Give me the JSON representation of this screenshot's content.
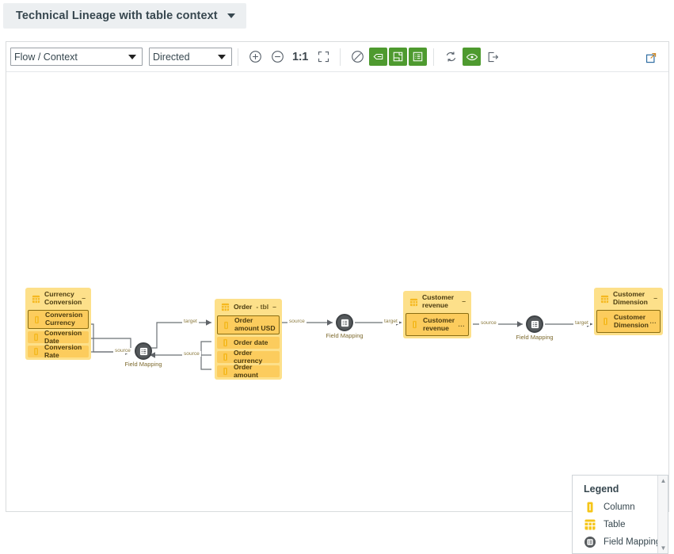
{
  "header": {
    "title": "Technical Lineage with table context",
    "caret_icon": "chevron-down-icon"
  },
  "toolbar": {
    "flow_context_select": {
      "value": "Flow / Context",
      "options": [
        "Flow / Context"
      ]
    },
    "direction_select": {
      "value": "Directed",
      "options": [
        "Directed"
      ]
    },
    "zoom_in_icon": "zoom-in-icon",
    "zoom_out_icon": "zoom-out-icon",
    "zoom_reset_label": "1:1",
    "fit_screen_icon": "fit-to-screen-icon",
    "no_entry_icon": "no-entry-icon",
    "label_icon": "label-toggle-icon",
    "layout_icon": "layout-toggle-icon",
    "list_icon": "list-toggle-icon",
    "refresh_icon": "refresh-icon",
    "eye_icon": "visibility-icon",
    "export_icon": "export-icon",
    "expand_icon": "open-in-new-icon"
  },
  "graph": {
    "tables": [
      {
        "id": "currency-conversion",
        "name": "Currency Conversion",
        "subtype": "",
        "collapse": "–",
        "icon": "table-icon",
        "columns": [
          {
            "name": "Conversion Currency",
            "selected": true,
            "dots": ""
          },
          {
            "name": "Conversion Date",
            "selected": false,
            "dots": ""
          },
          {
            "name": "Conversion Rate",
            "selected": false,
            "dots": ""
          }
        ]
      },
      {
        "id": "order",
        "name": "Order",
        "subtype": "- tbl",
        "collapse": "–",
        "icon": "table-icon",
        "columns": [
          {
            "name": "Order amount USD",
            "selected": true,
            "dots": ""
          },
          {
            "name": "Order date",
            "selected": false,
            "dots": ""
          },
          {
            "name": "Order currency",
            "selected": false,
            "dots": ""
          },
          {
            "name": "Order amount",
            "selected": false,
            "dots": ""
          }
        ]
      },
      {
        "id": "customer-revenue",
        "name": "Customer revenue",
        "subtype": "",
        "collapse": "–",
        "icon": "table-icon",
        "columns": [
          {
            "name": "Customer revenue",
            "selected": true,
            "dots": "..."
          }
        ]
      },
      {
        "id": "customer-dimension",
        "name": "Customer Dimension",
        "subtype": "",
        "collapse": "–",
        "icon": "table-icon",
        "columns": [
          {
            "name": "Customer Dimension",
            "selected": true,
            "dots": "..."
          }
        ]
      }
    ],
    "field_mappings": [
      {
        "id": "fm1",
        "label": "Field Mapping"
      },
      {
        "id": "fm2",
        "label": "Field Mapping"
      },
      {
        "id": "fm3",
        "label": "Field Mapping"
      }
    ],
    "edge_labels": {
      "source": "source",
      "target": "target"
    }
  },
  "legend": {
    "title": "Legend",
    "items": [
      {
        "label": "Column",
        "icon": "column-icon"
      },
      {
        "label": "Table",
        "icon": "table-icon"
      },
      {
        "label": "Field Mapping",
        "icon": "field-mapping-icon"
      }
    ],
    "scroll_up_icon": "chevron-up-icon",
    "scroll_down_icon": "chevron-down-icon"
  },
  "colors": {
    "accent_green": "#4e9a2f",
    "table_fill": "#fde08a",
    "column_fill": "#fccc5d",
    "field_mapping": "#55595c",
    "header_pill": "#eceff1"
  }
}
